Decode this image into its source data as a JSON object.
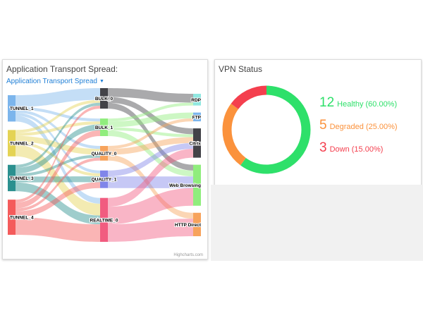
{
  "transport": {
    "title": "Application Transport Spread:",
    "dropdown_label": "Application Transport Spread",
    "credits": "Highcharts.com"
  },
  "vpn": {
    "title": "VPN Status",
    "items": [
      {
        "count": "12",
        "label": "Healthy (60.00%)",
        "value": 60,
        "color": "#2ee06a"
      },
      {
        "count": "5",
        "label": "Degraded (25.00%)",
        "value": 25,
        "color": "#fb923c"
      },
      {
        "count": "3",
        "label": "Down (15.00%)",
        "value": 15,
        "color": "#f43f4e"
      }
    ]
  },
  "chart_data": {
    "type": "sankey",
    "columns": [
      [
        {
          "id": "TUNNEL_1",
          "label": "TUNNEL_1",
          "color": "#7cb5ec"
        },
        {
          "id": "TUNNEL_2",
          "label": "TUNNEL_2",
          "color": "#e4d354"
        },
        {
          "id": "TUNNEL_3",
          "label": "TUNNEL_3",
          "color": "#2b908f"
        },
        {
          "id": "TUNNEL_4",
          "label": "TUNNEL_4",
          "color": "#f45b5b"
        }
      ],
      [
        {
          "id": "BULK_0",
          "label": "BULK_0",
          "color": "#434348"
        },
        {
          "id": "BULK_1",
          "label": "BULK_1",
          "color": "#90ed7d"
        },
        {
          "id": "QUALITY_0",
          "label": "QUALITY_0",
          "color": "#f7a35c"
        },
        {
          "id": "QUALITY_1",
          "label": "QUALITY_1",
          "color": "#8085e9"
        },
        {
          "id": "REALTIME_0",
          "label": "REALTIME_0",
          "color": "#f15c80"
        }
      ],
      [
        {
          "id": "RDP",
          "label": "RDP",
          "color": "#91e8e1"
        },
        {
          "id": "FTP",
          "label": "FTP",
          "color": "#7cb5ec"
        },
        {
          "id": "Citrix",
          "label": "Citrix",
          "color": "#434348"
        },
        {
          "id": "Web Browsing",
          "label": "Web Browsing",
          "color": "#90ed7d"
        },
        {
          "id": "HTTP Direct",
          "label": "HTTP Direct",
          "color": "#f7a35c"
        }
      ]
    ],
    "links": [
      {
        "from": "TUNNEL_1",
        "to": "BULK_0",
        "weight": 4
      },
      {
        "from": "TUNNEL_1",
        "to": "BULK_1",
        "weight": 1
      },
      {
        "from": "TUNNEL_1",
        "to": "QUALITY_0",
        "weight": 1
      },
      {
        "from": "TUNNEL_1",
        "to": "QUALITY_1",
        "weight": 1
      },
      {
        "from": "TUNNEL_1",
        "to": "REALTIME_0",
        "weight": 2
      },
      {
        "from": "TUNNEL_2",
        "to": "BULK_0",
        "weight": 1
      },
      {
        "from": "TUNNEL_2",
        "to": "BULK_1",
        "weight": 1
      },
      {
        "from": "TUNNEL_2",
        "to": "QUALITY_0",
        "weight": 2
      },
      {
        "from": "TUNNEL_2",
        "to": "QUALITY_1",
        "weight": 1
      },
      {
        "from": "TUNNEL_2",
        "to": "REALTIME_0",
        "weight": 4
      },
      {
        "from": "TUNNEL_3",
        "to": "BULK_0",
        "weight": 1
      },
      {
        "from": "TUNNEL_3",
        "to": "BULK_1",
        "weight": 2
      },
      {
        "from": "TUNNEL_3",
        "to": "QUALITY_0",
        "weight": 1
      },
      {
        "from": "TUNNEL_3",
        "to": "QUALITY_1",
        "weight": 2
      },
      {
        "from": "TUNNEL_3",
        "to": "REALTIME_0",
        "weight": 3
      },
      {
        "from": "TUNNEL_4",
        "to": "BULK_0",
        "weight": 1
      },
      {
        "from": "TUNNEL_4",
        "to": "BULK_1",
        "weight": 2
      },
      {
        "from": "TUNNEL_4",
        "to": "QUALITY_0",
        "weight": 1
      },
      {
        "from": "TUNNEL_4",
        "to": "QUALITY_1",
        "weight": 2
      },
      {
        "from": "TUNNEL_4",
        "to": "REALTIME_0",
        "weight": 6
      },
      {
        "from": "BULK_0",
        "to": "RDP",
        "weight": 3
      },
      {
        "from": "BULK_0",
        "to": "Citrix",
        "weight": 2
      },
      {
        "from": "BULK_0",
        "to": "Web Browsing",
        "weight": 2
      },
      {
        "from": "BULK_1",
        "to": "RDP",
        "weight": 1
      },
      {
        "from": "BULK_1",
        "to": "FTP",
        "weight": 2
      },
      {
        "from": "BULK_1",
        "to": "Citrix",
        "weight": 1
      },
      {
        "from": "BULK_1",
        "to": "Web Browsing",
        "weight": 2
      },
      {
        "from": "QUALITY_0",
        "to": "FTP",
        "weight": 1
      },
      {
        "from": "QUALITY_0",
        "to": "Citrix",
        "weight": 2
      },
      {
        "from": "QUALITY_0",
        "to": "HTTP Direct",
        "weight": 2
      },
      {
        "from": "QUALITY_1",
        "to": "Citrix",
        "weight": 2
      },
      {
        "from": "QUALITY_1",
        "to": "Web Browsing",
        "weight": 4
      },
      {
        "from": "REALTIME_0",
        "to": "Citrix",
        "weight": 3
      },
      {
        "from": "REALTIME_0",
        "to": "Web Browsing",
        "weight": 6
      },
      {
        "from": "REALTIME_0",
        "to": "HTTP Direct",
        "weight": 6
      }
    ]
  }
}
